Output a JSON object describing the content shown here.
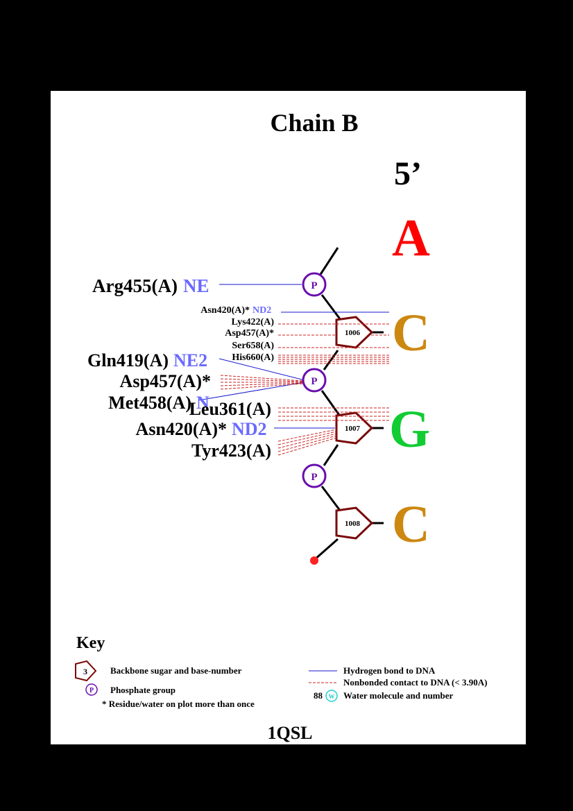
{
  "title": "Chain B",
  "end_label": "5’",
  "pdb_id": "1QSL",
  "colors": {
    "A": "#ff0000",
    "C": "#cc8811",
    "G": "#11cc33",
    "phosphate": "#6a0dad",
    "sugar": "#7a0a0a",
    "hbond": "#1a1acc",
    "nonbonded": "#cc2222",
    "atom": "#6a6aff",
    "water": "#22cccc"
  },
  "bases": [
    {
      "letter": "A",
      "number": ""
    },
    {
      "letter": "C",
      "number": "1006"
    },
    {
      "letter": "G",
      "number": "1007"
    },
    {
      "letter": "C",
      "number": "1008"
    }
  ],
  "phosphate_label": "P",
  "residues": {
    "arg455": {
      "name": "Arg455(A)",
      "atom": "NE"
    },
    "asn420a": {
      "name": "Asn420(A)*",
      "atom": "ND2"
    },
    "lys422": {
      "name": "Lys422(A)"
    },
    "asp457a": {
      "name": "Asp457(A)*"
    },
    "ser658": {
      "name": "Ser658(A)"
    },
    "his660": {
      "name": "His660(A)"
    },
    "gln419": {
      "name": "Gln419(A)",
      "atom": "NE2"
    },
    "asp457b": {
      "name": "Asp457(A)*"
    },
    "met458": {
      "name": "Met458(A)",
      "atom": "N"
    },
    "leu361": {
      "name": "Leu361(A)"
    },
    "asn420b": {
      "name": "Asn420(A)*",
      "atom": "ND2"
    },
    "tyr423": {
      "name": "Tyr423(A)"
    }
  },
  "key": {
    "title": "Key",
    "sugar_icon_number": "3",
    "sugar": "Backbone sugar and base-number",
    "phosphate_icon": "P",
    "phosphate": "Phosphate group",
    "star": "* Residue/water on plot more than once",
    "hbond": "Hydrogen bond to DNA",
    "nonbonded": "Nonbonded contact to DNA (< 3.90A)",
    "water_number": "88",
    "water_icon": "W",
    "water": "Water molecule and number"
  }
}
